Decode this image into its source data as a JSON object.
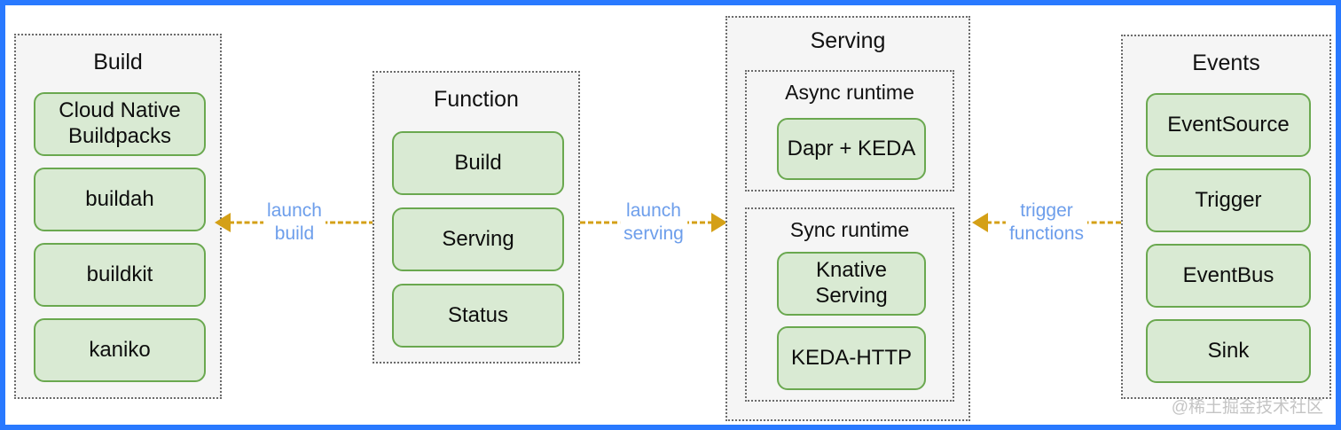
{
  "diagram": {
    "frame_color": "#2979ff",
    "node_fill": "#d9ead3",
    "node_border": "#6aa84f",
    "panel_fill": "#f5f5f5",
    "arrow_color": "#d4a017",
    "label_color": "#6d9eeb",
    "panels": {
      "build": {
        "title": "Build",
        "nodes": [
          "Cloud Native\nBuildpacks",
          "buildah",
          "buildkit",
          "kaniko"
        ]
      },
      "function": {
        "title": "Function",
        "nodes": [
          "Build",
          "Serving",
          "Status"
        ]
      },
      "serving": {
        "title": "Serving",
        "async_runtime": {
          "title": "Async runtime",
          "nodes": [
            "Dapr + KEDA"
          ]
        },
        "sync_runtime": {
          "title": "Sync runtime",
          "nodes": [
            "Knative\nServing",
            "KEDA-HTTP"
          ]
        }
      },
      "events": {
        "title": "Events",
        "nodes": [
          "EventSource",
          "Trigger",
          "EventBus",
          "Sink"
        ]
      }
    },
    "connectors": [
      {
        "label": "launch\nbuild",
        "direction": "left"
      },
      {
        "label": "launch\nserving",
        "direction": "right"
      },
      {
        "label": "trigger\nfunctions",
        "direction": "left"
      }
    ],
    "watermark": "@稀土掘金技术社区"
  }
}
